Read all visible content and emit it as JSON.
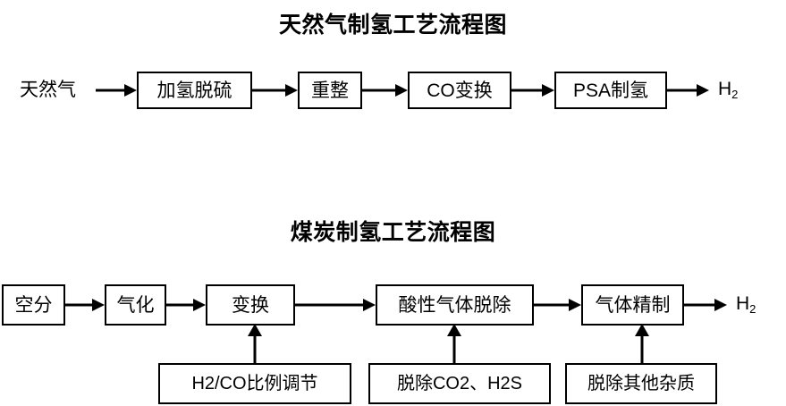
{
  "diagrams": [
    {
      "id": "natural-gas",
      "title": "天然气制氢工艺流程图",
      "input_label": "天然气",
      "output_label": "H",
      "output_sub": "2",
      "steps": [
        {
          "label": "加氢脱硫"
        },
        {
          "label": "重整"
        },
        {
          "label": "CO变换"
        },
        {
          "label": "PSA制氢"
        }
      ]
    },
    {
      "id": "coal",
      "title": "煤炭制氢工艺流程图",
      "output_label": "H",
      "output_sub": "2",
      "steps": [
        {
          "label": "空分"
        },
        {
          "label": "气化"
        },
        {
          "label": "变换"
        },
        {
          "label": "酸性气体脱除"
        },
        {
          "label": "气体精制"
        }
      ],
      "aux_steps": [
        {
          "label": "H2/CO比例调节",
          "target": "变换"
        },
        {
          "label": "脱除CO2、H2S",
          "target": "酸性气体脱除"
        },
        {
          "label": "脱除其他杂质",
          "target": "气体精制"
        }
      ]
    }
  ],
  "colors": {
    "background": "#ffffff",
    "stroke": "#000000",
    "text": "#000000"
  }
}
